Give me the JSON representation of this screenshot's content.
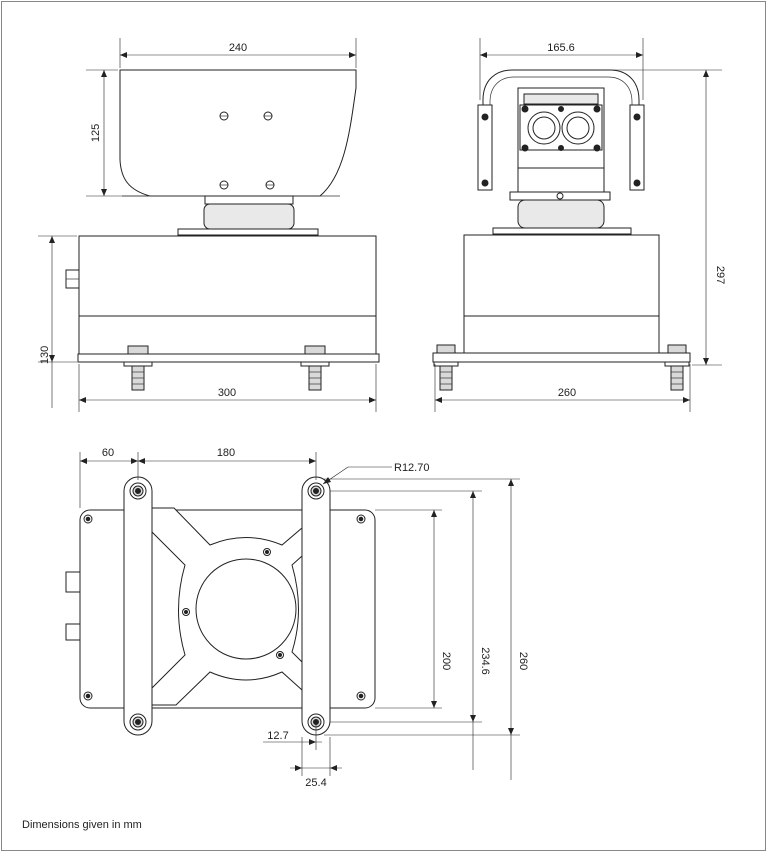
{
  "drawing": {
    "front_view": {
      "width_label": "240",
      "head_height_label": "125",
      "base_height_label": "130",
      "base_width_label": "300"
    },
    "side_view": {
      "width_label": "165.6",
      "total_height_label": "297",
      "base_width_label": "260"
    },
    "bottom_view": {
      "offset_label": "60",
      "spacing_label": "180",
      "radius_label": "R12.70",
      "hole_spacing_label": "200",
      "slot_length_label": "234.6",
      "overall_label": "260",
      "half_width_label": "12.7",
      "slot_width_label": "25.4"
    },
    "note": "Dimensions given in mm"
  }
}
